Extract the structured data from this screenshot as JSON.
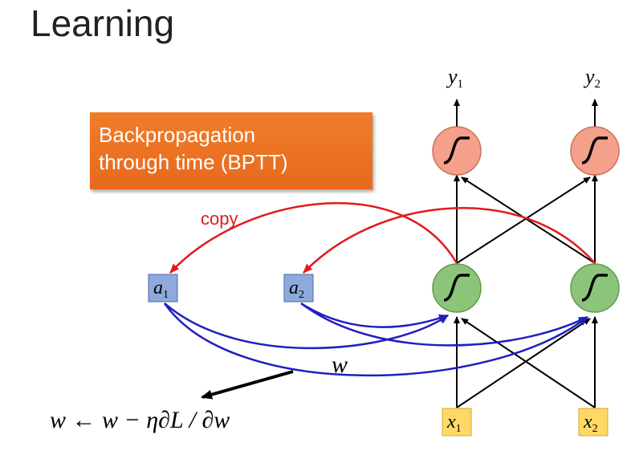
{
  "title": "Learning",
  "callout": {
    "line1": "Backpropagation",
    "line2": "through time (BPTT)"
  },
  "copy_label": "copy",
  "weight_label": "w",
  "update_rule": "w ← w − η∂L / ∂w",
  "nodes": {
    "a1": {
      "base": "a",
      "sub": "1"
    },
    "a2": {
      "base": "a",
      "sub": "2"
    },
    "x1": {
      "base": "x",
      "sub": "1"
    },
    "x2": {
      "base": "x",
      "sub": "2"
    },
    "y1": {
      "base": "y",
      "sub": "1"
    },
    "y2": {
      "base": "y",
      "sub": "2"
    }
  },
  "colors": {
    "callout": "#ec7424",
    "output_neuron": "#f4a08a",
    "hidden_neuron": "#8cc57a",
    "memory_cell": "#8ea9db",
    "input_cell": "#ffd966",
    "copy_arrow": "#e31a1c",
    "gradient_arrow": "#1f1fbf"
  }
}
